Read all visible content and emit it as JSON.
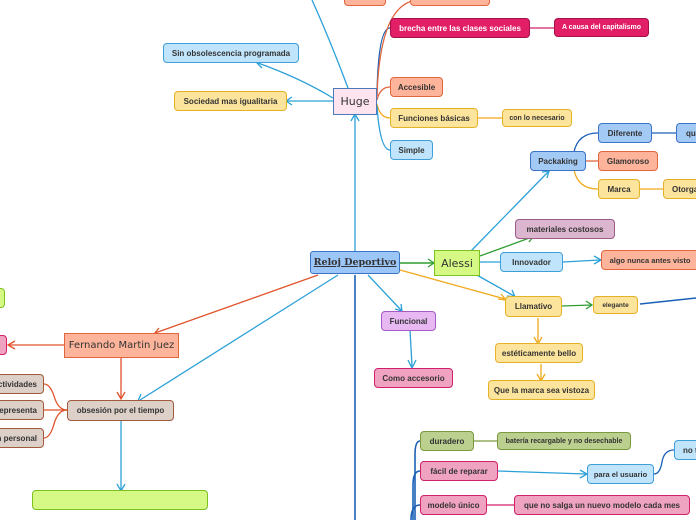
{
  "nodes": {
    "root": "Reloj Deportivo",
    "huge": "Huge",
    "alessi": "Alessi",
    "fernando": "Fernando Martin Juez",
    "brecha": "brecha entre las clases sociales",
    "causa": "A causa del capitalismo",
    "obsolescencia": "Sin obsolescencia programada",
    "igualitaria": "Sociedad mas igualitaria",
    "accesible": "Accesible",
    "funciones": "Funciones básicas",
    "necesario": "con lo necesario",
    "simple": "Simple",
    "packaking": "Packaking",
    "diferente": "Diferente",
    "que": "que",
    "glamoroso": "Glamoroso",
    "marca": "Marca",
    "otorga": "Otorga",
    "materiales": "materiales costosos",
    "innovador": "Innovador",
    "nunca_visto": "algo nunca antes visto",
    "llamativo": "Llamativo",
    "elegante": "elegante",
    "bello": "estéticamente bello",
    "vistoza": "Que la marca sea vistoza",
    "funcional": "Funcional",
    "accesorio": "Como accesorio",
    "obsesion": "obsesión por el tiempo",
    "actividades": "actividades",
    "representa": "representa",
    "personal": "n personal",
    "duradero": "duradero",
    "bateria": "batería recargable y no desechable",
    "reparar": "fácil de reparar",
    "usuario": "para el usuario",
    "not": "no t",
    "modelo": "modelo único",
    "nuevo_modelo": "que no salga un nuevo modelo cada mes"
  },
  "colors": {
    "root_link": "#2ba0d8",
    "huge_link": "#3f78c2",
    "alessi_link": "#2f9d2f",
    "fernando_link": "#e0522a",
    "yellow_link": "#f1a81b",
    "purple_link": "#9e5dc2",
    "dark_link": "#1a60b6"
  }
}
